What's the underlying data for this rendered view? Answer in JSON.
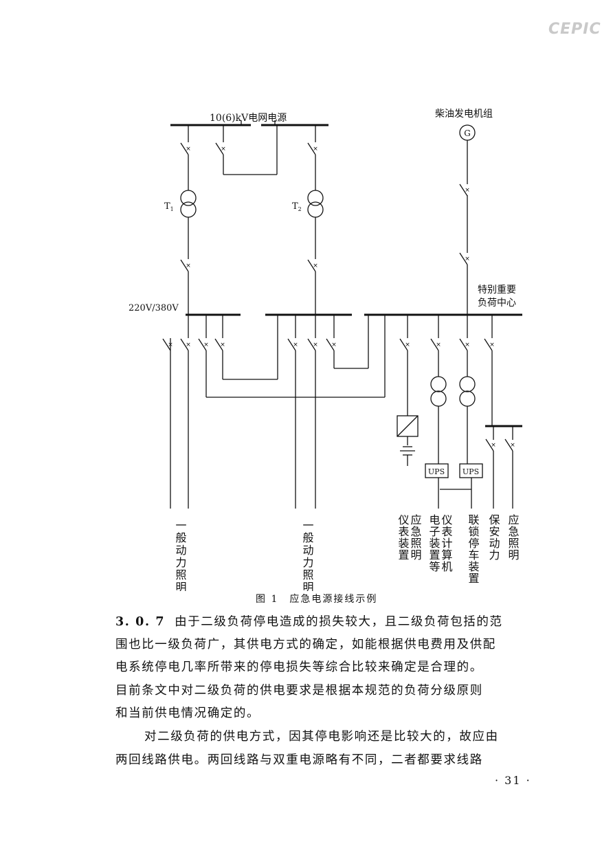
{
  "logo": "CEPIC",
  "diagram": {
    "grid_source_label": "10(6)kV电网电源",
    "generator_label": "柴油发电机组",
    "generator_symbol": "G",
    "t1_label": "T",
    "t1_sub": "1",
    "t2_label": "T",
    "t2_sub": "2",
    "bus_label": "220V/380V",
    "special_center_line1": "特别重要",
    "special_center_line2": "负荷中心",
    "ups_label": "UPS",
    "outputs": [
      {
        "text": "一般动力照明"
      },
      {
        "text": "一般动力照明"
      },
      {
        "text": "应急照明"
      },
      {
        "text": "仪表装置"
      },
      {
        "text": "仪表计算机"
      },
      {
        "text": "电子装置等"
      },
      {
        "text": "联锁停车装置"
      },
      {
        "text": "保安动力"
      },
      {
        "text": "应急照明"
      }
    ]
  },
  "figure_caption": "图 1　应急电源接线示例",
  "body": {
    "section_number": "3. 0. 7",
    "para1_line1": "由于二级负荷停电造成的损失较大，且二级负荷包括的范",
    "para1_line2": "围也比一级负荷广，其供电方式的确定，如能根据供电费用及供配",
    "para1_line3": "电系统停电几率所带来的停电损失等综合比较来确定是合理的。",
    "para1_line4": "目前条文中对二级负荷的供电要求是根据本规范的负荷分级原则",
    "para1_line5": "和当前供电情况确定的。",
    "para2_line1": "对二级负荷的供电方式，因其停电影响还是比较大的，故应由",
    "para2_line2": "两回线路供电。两回线路与双重电源略有不同，二者都要求线路"
  },
  "page_number": "· 31 ·"
}
